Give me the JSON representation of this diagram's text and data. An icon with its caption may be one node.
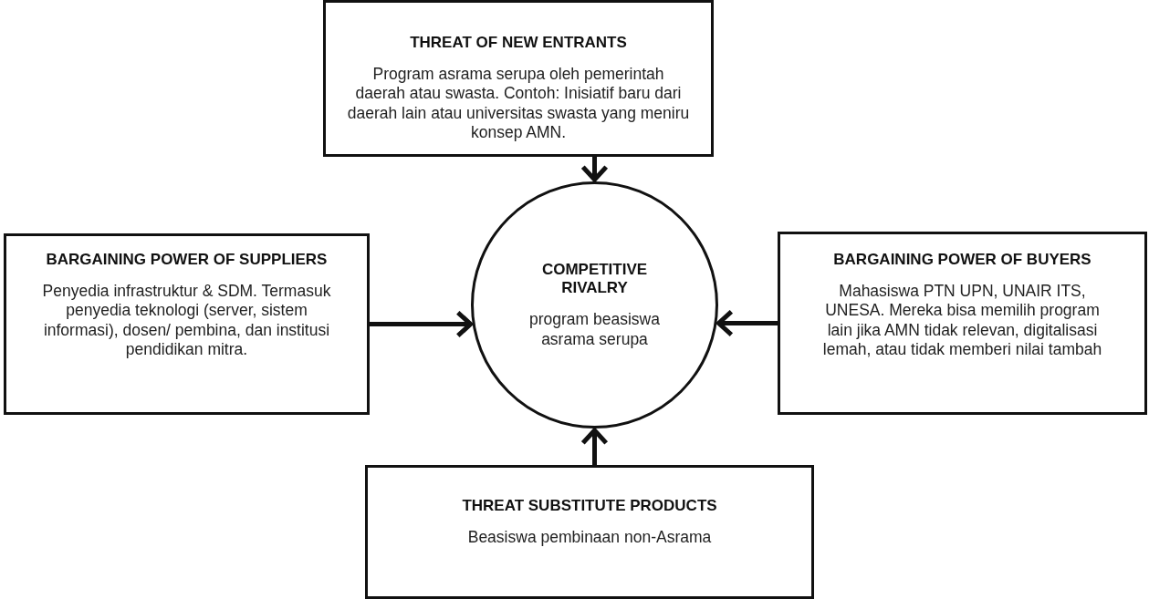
{
  "diagram": {
    "nodes": [
      {
        "text": [
          "THREAT OF NEW ENTRANTS",
          "Program asrama serupa oleh pemerintah daerah atau swasta. Contoh: Inisiatif baru dari daerah lain atau universitas swasta yang meniru konsep AMN."
        ]
      },
      {
        "text": [
          "BARGAINING POWER OF SUPPLIERS",
          "Penyedia infrastruktur & SDM. Termasuk penyedia teknologi (server, sistem informasi), dosen/ pembina, dan institusi pendidikan mitra."
        ]
      },
      {
        "text": [
          "COMPETITIVE RIVALRY",
          "program beasiswa asrama serupa"
        ]
      },
      {
        "text": [
          "BARGAINING POWER OF BUYERS",
          "Mahasiswa PTN UPN, UNAIR ITS, UNESA. Mereka bisa memilih program lain jika AMN tidak relevan, digitalisasi lemah, atau tidak memberi nilai tambah"
        ]
      },
      {
        "text": [
          "THREAT SUBSTITUTE PRODUCTS",
          "Beasiswa pembinaan non-Asrama"
        ]
      }
    ],
    "edges": [
      {
        "from": 0,
        "to": 2,
        "arrow": "to"
      },
      {
        "from": 1,
        "to": 2,
        "arrow": "to"
      },
      {
        "from": 3,
        "to": 2,
        "arrow": "to"
      },
      {
        "from": 4,
        "to": 2,
        "arrow": "to"
      }
    ]
  }
}
